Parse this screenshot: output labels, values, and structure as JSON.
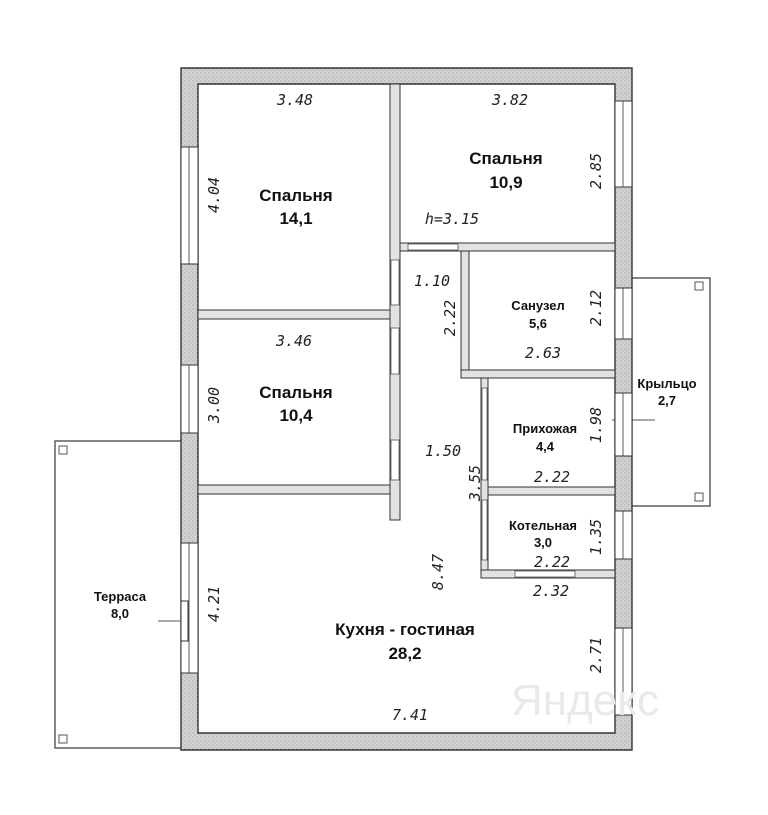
{
  "rooms": {
    "bedroom_1": {
      "name": "Спальня",
      "area": "14,1"
    },
    "bedroom_2": {
      "name": "Спальня",
      "area": "10,9"
    },
    "bedroom_3": {
      "name": "Спальня",
      "area": "10,4"
    },
    "bathroom": {
      "name": "Санузел",
      "area": "5,6"
    },
    "hallway": {
      "name": "Прихожая",
      "area": "4,4"
    },
    "boiler_room": {
      "name": "Котельная",
      "area": "3,0"
    },
    "kitchen_living": {
      "name": "Кухня - гостиная",
      "area": "28,2"
    },
    "terrace": {
      "name": "Терраса",
      "area": "8,0"
    },
    "porch": {
      "name": "Крыльцо",
      "area": "2,7"
    }
  },
  "dimensions": {
    "d348": "3.48",
    "d382": "3.82",
    "d404": "4.04",
    "d285": "2.85",
    "h": "h=3.15",
    "d110": "1.10",
    "d222a": "2.22",
    "d212": "2.12",
    "d263": "2.63",
    "d346": "3.46",
    "d300": "3.00",
    "d198": "1.98",
    "d150": "1.50",
    "d355": "3.55",
    "d222b": "2.22",
    "d135": "1.35",
    "d222c": "2.22",
    "d847": "8.47",
    "d232": "2.32",
    "d421": "4.21",
    "d271": "2.71",
    "d741": "7.41"
  },
  "watermark": "Яндекс"
}
